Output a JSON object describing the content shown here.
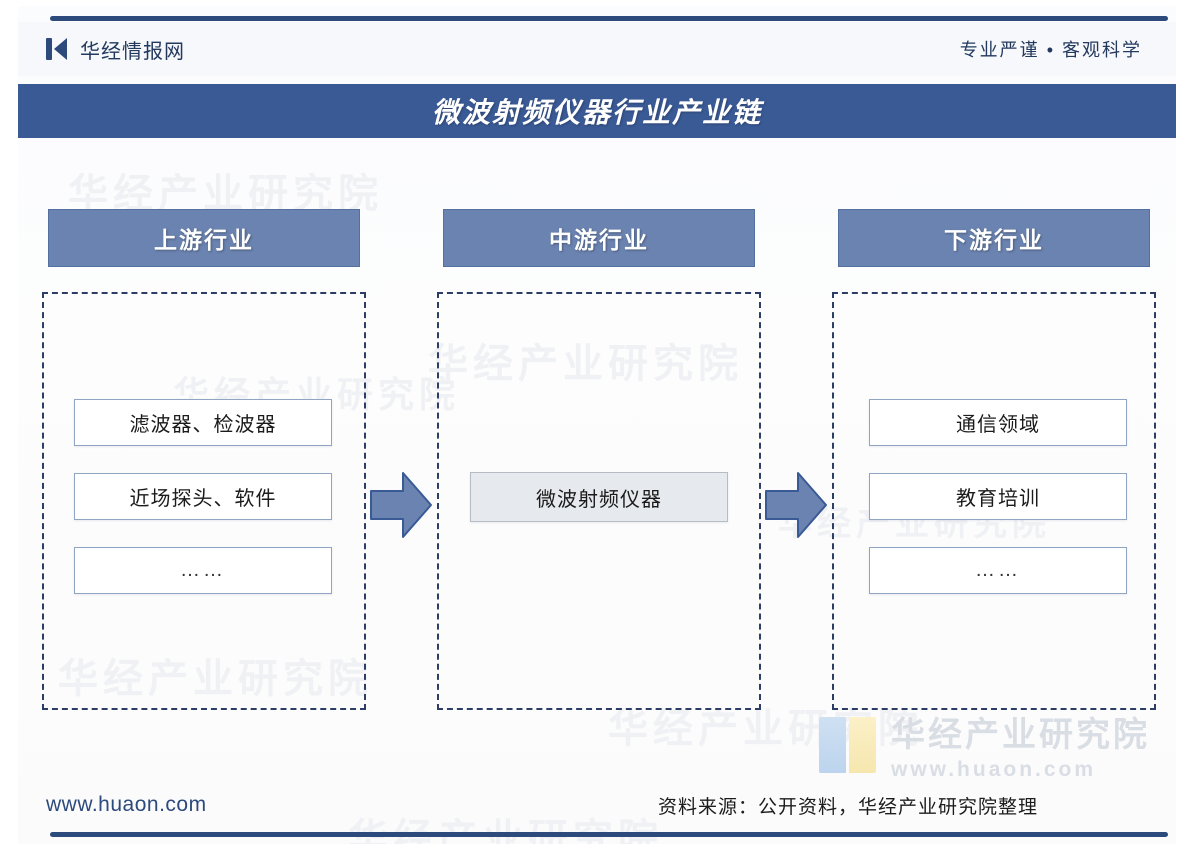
{
  "header": {
    "brand_name": "华经情报网",
    "tagline": "专业严谨 • 客观科学",
    "logo_icon": "huajing-logo-icon"
  },
  "title": {
    "text": "微波射频仪器行业产业链"
  },
  "chart_data": {
    "type": "diagram",
    "title": "微波射频仪器行业产业链",
    "columns": [
      {
        "key": "upstream",
        "header": "上游行业",
        "nodes": [
          "滤波器、检波器",
          "近场探头、软件",
          "……"
        ]
      },
      {
        "key": "midstream",
        "header": "中游行业",
        "nodes": [
          "微波射频仪器"
        ]
      },
      {
        "key": "downstream",
        "header": "下游行业",
        "nodes": [
          "通信领域",
          "教育培训",
          "……"
        ]
      }
    ],
    "connectors": [
      {
        "from": "upstream",
        "to": "midstream",
        "icon": "right-arrow-icon"
      },
      {
        "from": "midstream",
        "to": "downstream",
        "icon": "right-arrow-icon"
      }
    ],
    "colors": {
      "title_banner": "#3A5A96",
      "column_header": "#6B83B0",
      "dashed_border": "#2C3E66",
      "node_border": "#90A4C4",
      "node_fill": "#FFFFFF",
      "mid_node_fill": "#E6E9ED",
      "arrow_fill": "#6B83B0",
      "rule": "#2C4A7C",
      "brand_text": "#23395E"
    }
  },
  "watermark": {
    "tile_text": "华经产业研究院",
    "logo_name": "华经产业研究院",
    "logo_url": "www.huaon.com"
  },
  "footer": {
    "url": "www.huaon.com",
    "source": "资料来源：公开资料，华经产业研究院整理"
  }
}
